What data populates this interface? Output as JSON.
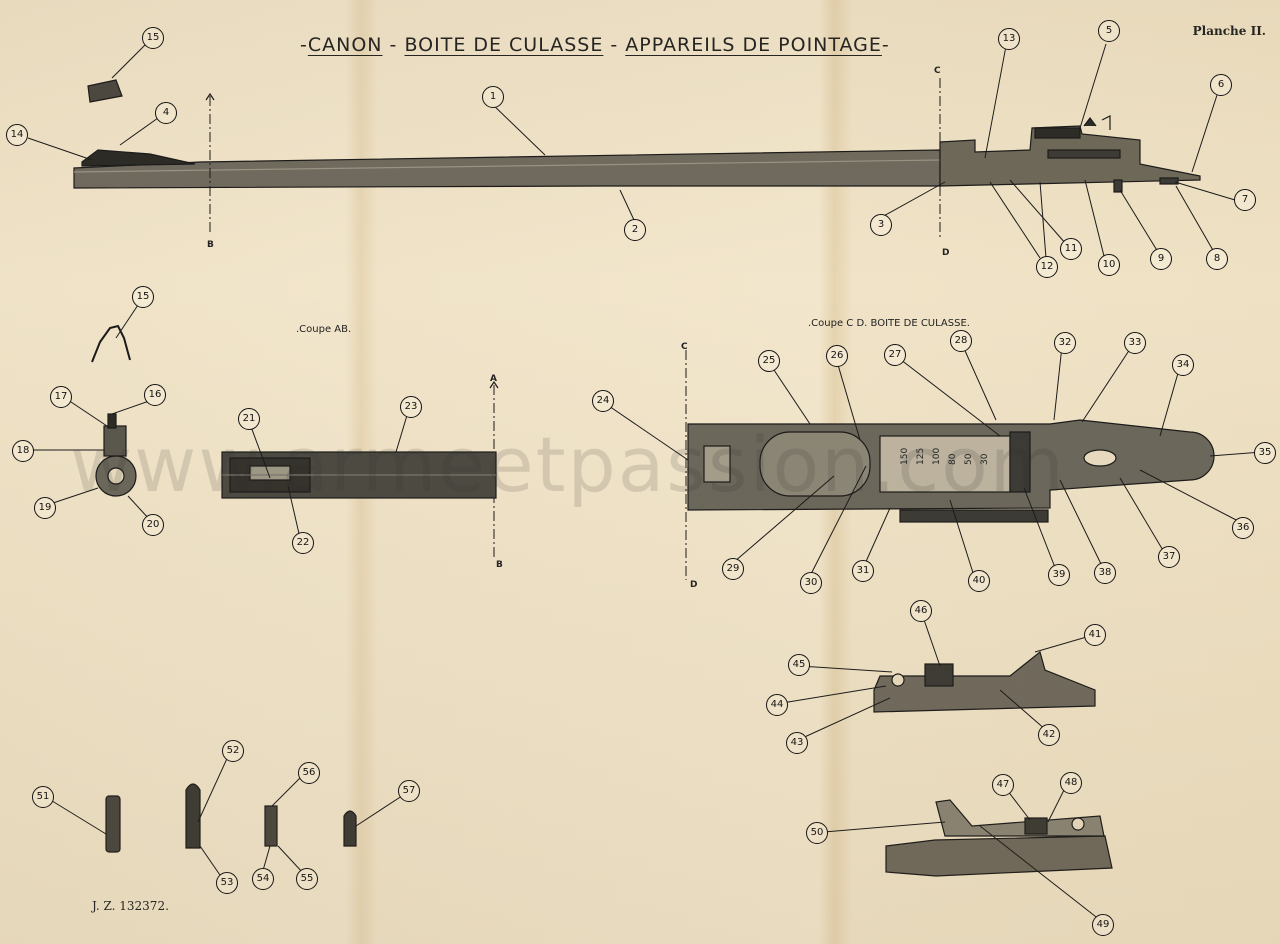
{
  "title_parts": [
    "CANON",
    "BOITE DE CULASSE",
    "APPAREILS DE POINTAGE"
  ],
  "planche": "Planche II.",
  "reference": "J. Z. 132372.",
  "section_ab": ".Coupe AB.",
  "section_cd": ".Coupe C D. BOITE DE CULASSE.",
  "axis_letters": {
    "a": "A",
    "b": "B",
    "c": "C",
    "d": "D"
  },
  "range_marks": [
    "150",
    "125",
    "100",
    "80",
    "50",
    "30"
  ],
  "watermark": "www.armeetpassion.com",
  "callouts": [
    "1",
    "2",
    "3",
    "4",
    "5",
    "6",
    "7",
    "8",
    "9",
    "10",
    "11",
    "12",
    "13",
    "14",
    "15",
    "15",
    "16",
    "17",
    "18",
    "19",
    "20",
    "21",
    "22",
    "23",
    "24",
    "25",
    "26",
    "27",
    "28",
    "29",
    "30",
    "31",
    "32",
    "33",
    "34",
    "35",
    "36",
    "37",
    "38",
    "39",
    "40",
    "41",
    "42",
    "43",
    "44",
    "45",
    "46",
    "47",
    "48",
    "49",
    "50",
    "51",
    "52",
    "53",
    "54",
    "55",
    "56",
    "57"
  ]
}
